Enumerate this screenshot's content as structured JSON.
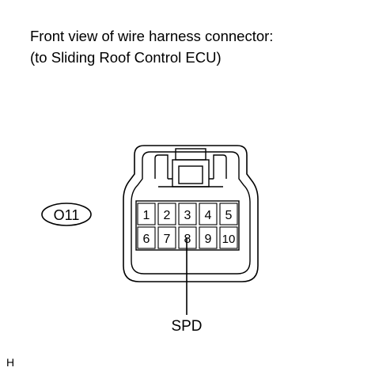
{
  "caption": {
    "line1": "Front view of wire harness connector:",
    "line2": "(to Sliding Roof Control ECU)"
  },
  "connector_code": "O11",
  "pins": [
    {
      "number": "1"
    },
    {
      "number": "2"
    },
    {
      "number": "3"
    },
    {
      "number": "4"
    },
    {
      "number": "5"
    },
    {
      "number": "6"
    },
    {
      "number": "7"
    },
    {
      "number": "8"
    },
    {
      "number": "9"
    },
    {
      "number": "10"
    }
  ],
  "signal": {
    "pin": "8",
    "label": "SPD"
  },
  "corner_label": "H"
}
